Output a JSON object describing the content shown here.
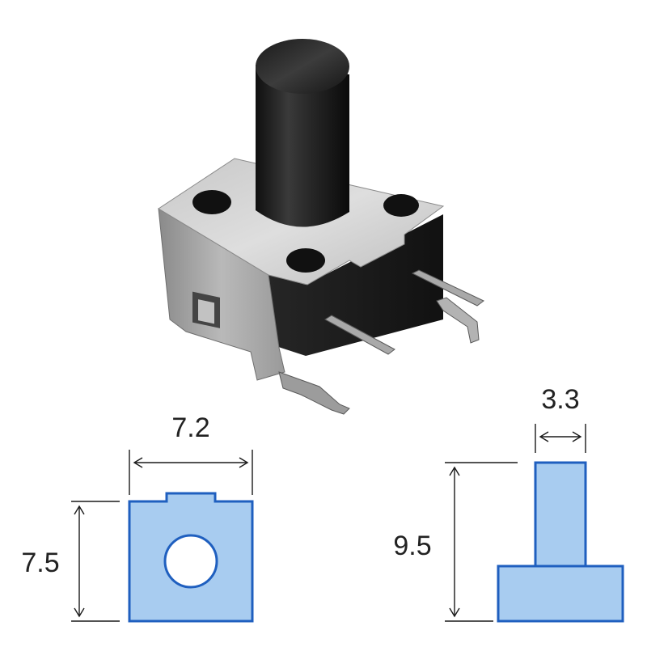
{
  "front_view": {
    "width_label": "7.2",
    "height_label": "7.5"
  },
  "side_view": {
    "stem_width_label": "3.3",
    "height_label": "9.5"
  },
  "colors": {
    "fill": "#a8ccf0",
    "outline": "#1f5fbf",
    "actuator": "#1e1e1e",
    "metal": "#b4b4b4"
  }
}
